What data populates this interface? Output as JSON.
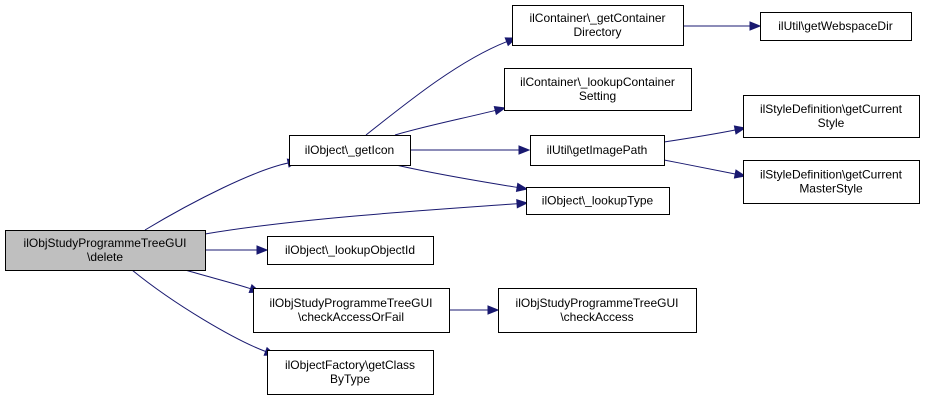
{
  "graph": {
    "nodes": [
      {
        "id": "root",
        "name": "node-ilobjstudyprogrammetreegui-delete",
        "lines": [
          "ilObjStudyProgrammeTreeGUI",
          "\\delete"
        ],
        "highlight": true
      },
      {
        "id": "getIcon",
        "name": "node-ilobject-get-icon",
        "lines": [
          "ilObject\\_getIcon"
        ]
      },
      {
        "id": "lookupObjectId",
        "name": "node-ilobject-lookup-object-id",
        "lines": [
          "ilObject\\_lookupObjectId"
        ]
      },
      {
        "id": "checkAccessOrFail",
        "name": "node-checkaccessorfail",
        "lines": [
          "ilObjStudyProgrammeTreeGUI",
          "\\checkAccessOrFail"
        ]
      },
      {
        "id": "getClassByType",
        "name": "node-ilobjectfactory-getclassbytype",
        "lines": [
          "ilObjectFactory\\getClass",
          "ByType"
        ]
      },
      {
        "id": "getContainerDirectory",
        "name": "node-ilcontainer-get-container-directory",
        "lines": [
          "ilContainer\\_getContainer",
          "Directory"
        ]
      },
      {
        "id": "lookupContainerSetting",
        "name": "node-ilcontainer-lookup-container-setting",
        "lines": [
          "ilContainer\\_lookupContainer",
          "Setting"
        ]
      },
      {
        "id": "getImagePath",
        "name": "node-ilutil-getimagepath",
        "lines": [
          "ilUtil\\getImagePath"
        ]
      },
      {
        "id": "lookupType",
        "name": "node-ilobject-lookup-type",
        "lines": [
          "ilObject\\_lookupType"
        ]
      },
      {
        "id": "checkAccess",
        "name": "node-checkaccess",
        "lines": [
          "ilObjStudyProgrammeTreeGUI",
          "\\checkAccess"
        ]
      },
      {
        "id": "getWebspaceDir",
        "name": "node-ilutil-getwebspacedir",
        "lines": [
          "ilUtil\\getWebspaceDir"
        ]
      },
      {
        "id": "getCurrentStyle",
        "name": "node-ilstyledefinition-getcurrentstyle",
        "lines": [
          "ilStyleDefinition\\getCurrent",
          "Style"
        ]
      },
      {
        "id": "getCurrentMasterStyle",
        "name": "node-ilstyledefinition-getcurrentmasterstyle",
        "lines": [
          "ilStyleDefinition\\getCurrent",
          "MasterStyle"
        ]
      }
    ],
    "edges": [
      {
        "from": "root",
        "to": "getIcon"
      },
      {
        "from": "root",
        "to": "lookupType"
      },
      {
        "from": "root",
        "to": "lookupObjectId"
      },
      {
        "from": "root",
        "to": "checkAccessOrFail"
      },
      {
        "from": "root",
        "to": "getClassByType"
      },
      {
        "from": "getIcon",
        "to": "getContainerDirectory"
      },
      {
        "from": "getIcon",
        "to": "lookupContainerSetting"
      },
      {
        "from": "getIcon",
        "to": "getImagePath"
      },
      {
        "from": "getIcon",
        "to": "lookupType"
      },
      {
        "from": "getContainerDirectory",
        "to": "getWebspaceDir"
      },
      {
        "from": "getImagePath",
        "to": "getCurrentStyle"
      },
      {
        "from": "getImagePath",
        "to": "getCurrentMasterStyle"
      },
      {
        "from": "checkAccessOrFail",
        "to": "checkAccess"
      }
    ]
  }
}
